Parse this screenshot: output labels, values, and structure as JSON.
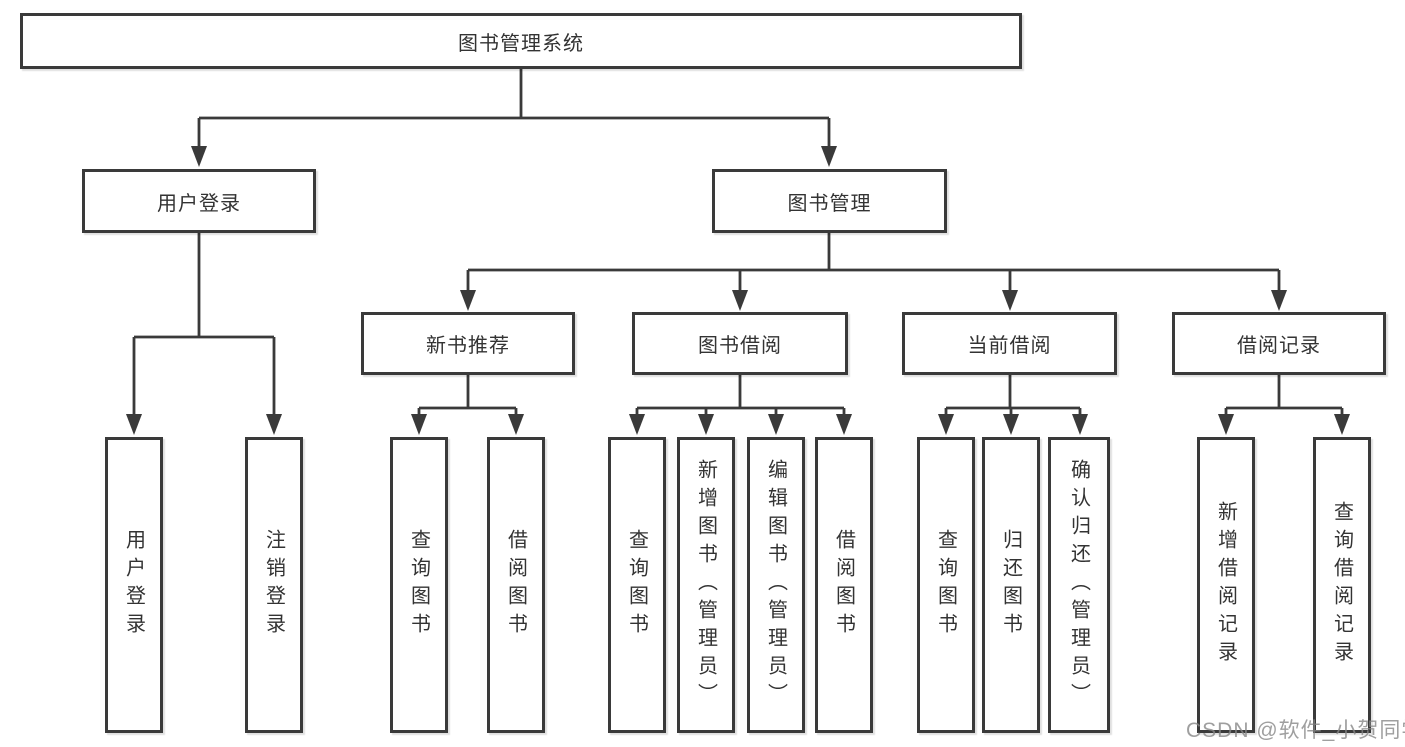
{
  "watermark": "CSDN @软件_小贺同学",
  "colors": {
    "line": "#3a3a3a",
    "box_border": "#3a3a3a",
    "text": "#333333",
    "watermark": "#878787",
    "background": "#ffffff"
  },
  "tree": {
    "label": "图书管理系统",
    "children": [
      {
        "label": "用户登录",
        "children": [
          {
            "label": "用户登录"
          },
          {
            "label": "注销登录"
          }
        ]
      },
      {
        "label": "图书管理",
        "children": [
          {
            "label": "新书推荐",
            "children": [
              {
                "label": "查询图书"
              },
              {
                "label": "借阅图书"
              }
            ]
          },
          {
            "label": "图书借阅",
            "children": [
              {
                "label": "查询图书"
              },
              {
                "label": "新增图书（管理员）"
              },
              {
                "label": "编辑图书（管理员）"
              },
              {
                "label": "借阅图书"
              }
            ]
          },
          {
            "label": "当前借阅",
            "children": [
              {
                "label": "查询图书"
              },
              {
                "label": "归还图书"
              },
              {
                "label": "确认归还（管理员）"
              }
            ]
          },
          {
            "label": "借阅记录",
            "children": [
              {
                "label": "新增借阅记录"
              },
              {
                "label": "查询借阅记录"
              }
            ]
          }
        ]
      }
    ]
  }
}
